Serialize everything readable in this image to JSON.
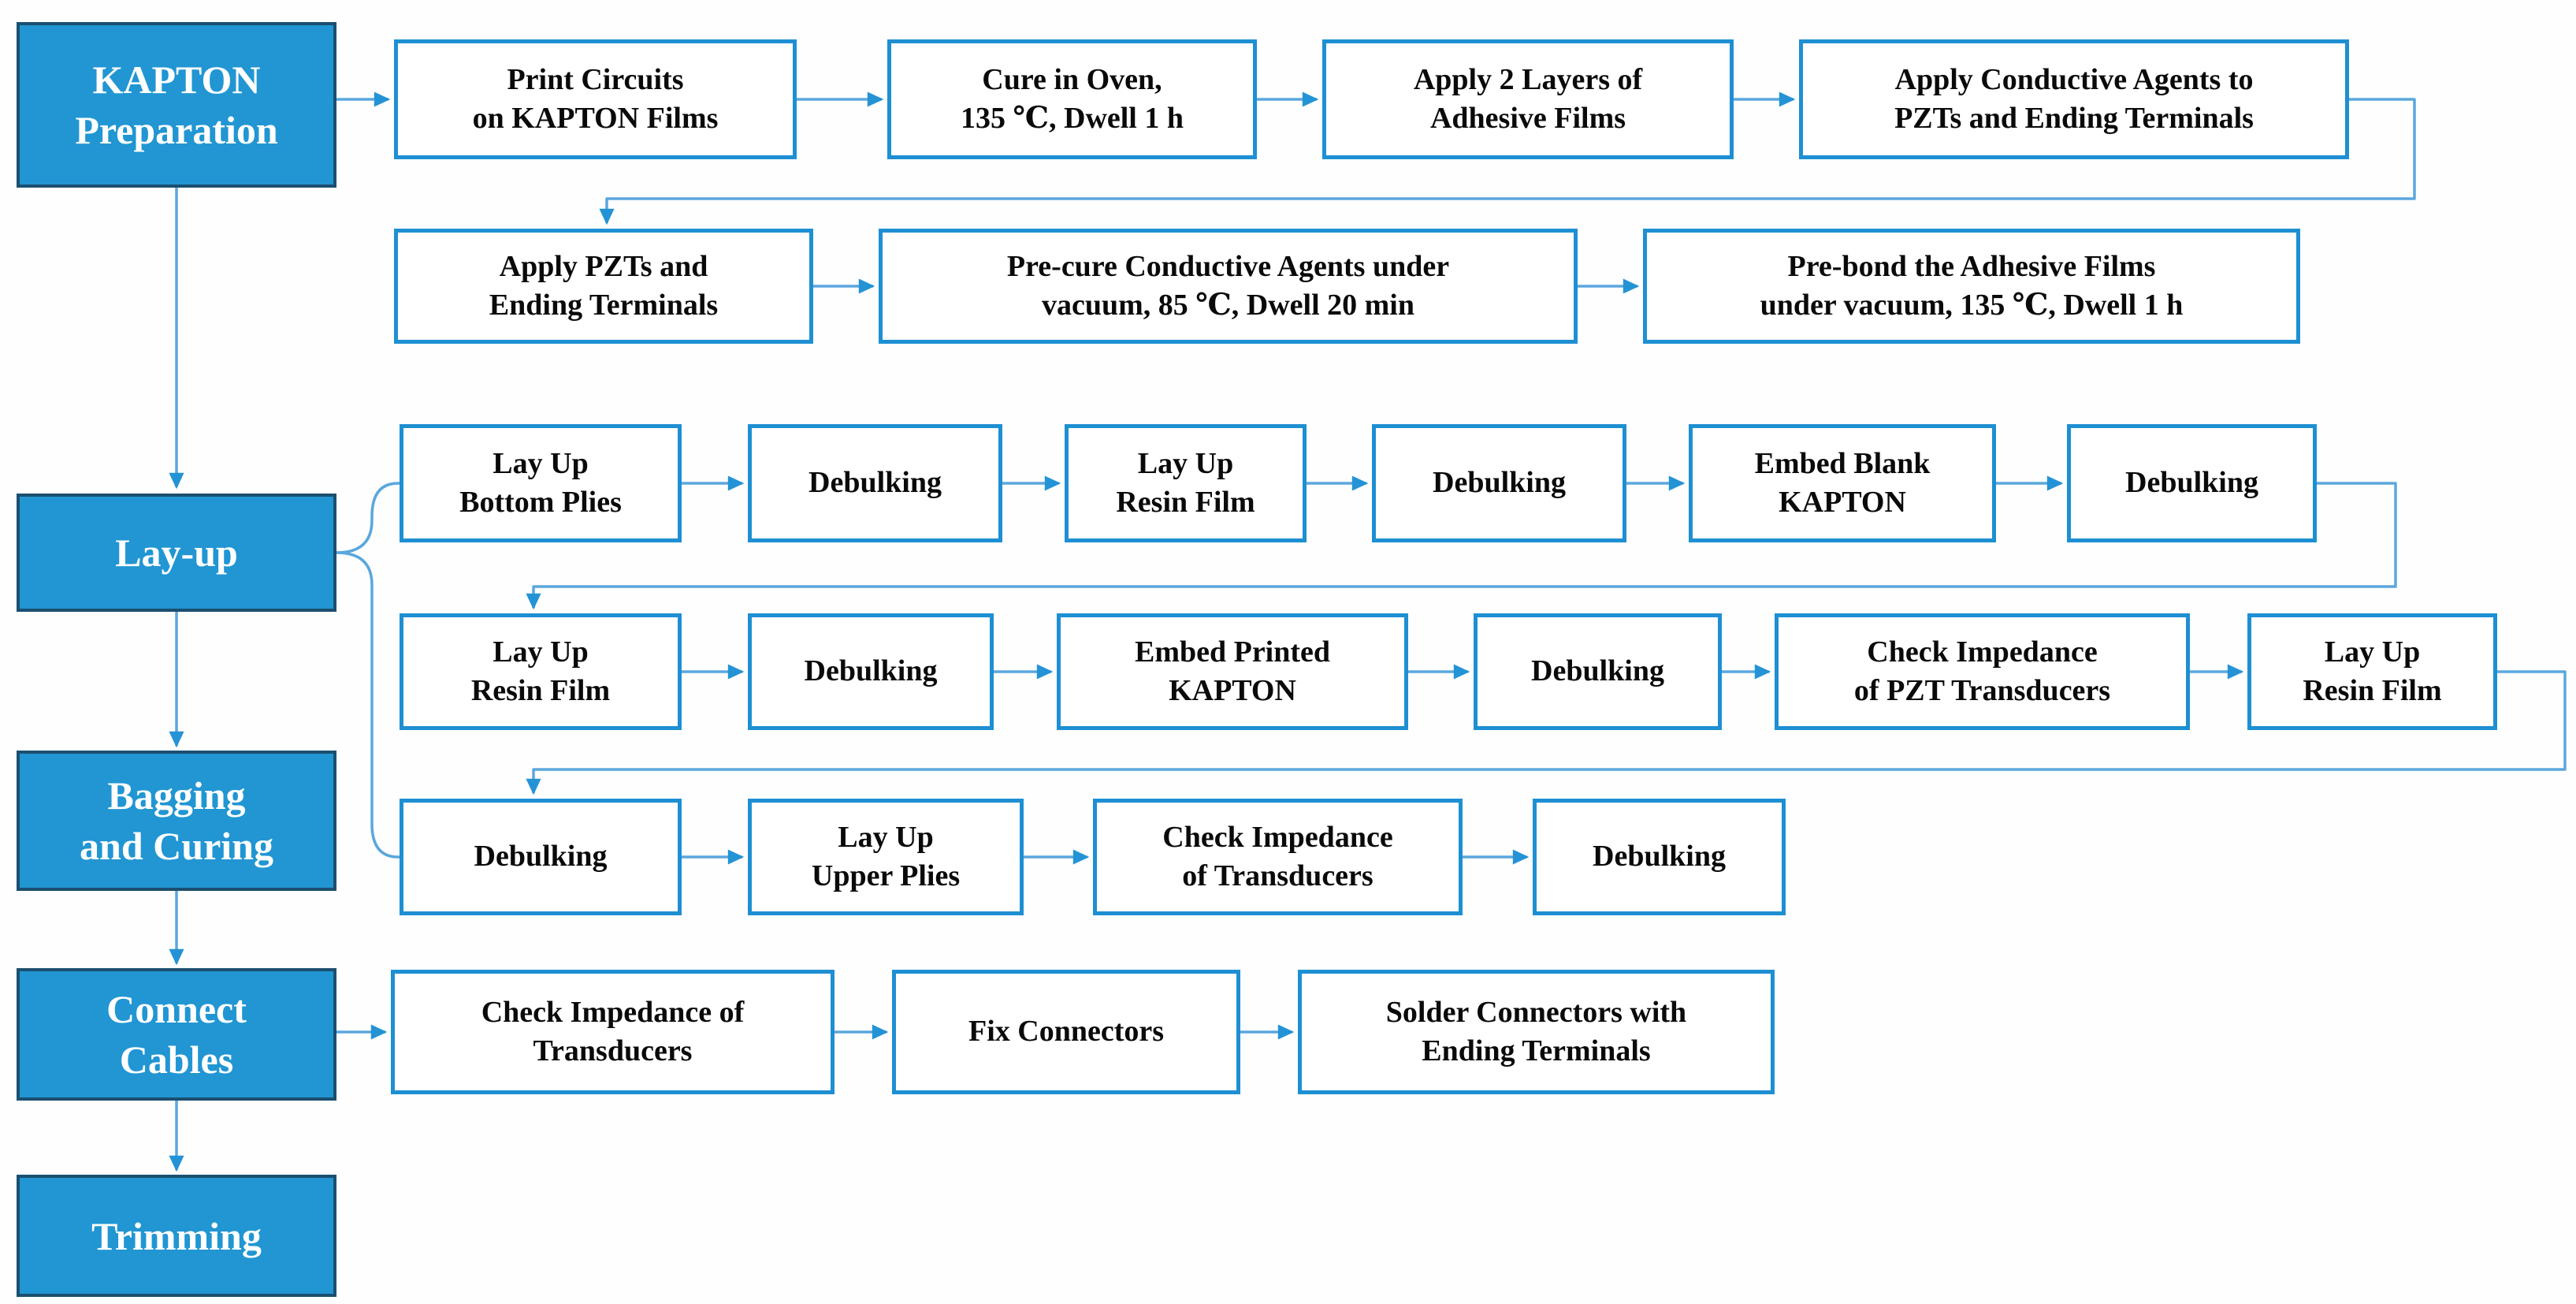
{
  "colors": {
    "stage_fill": "#2196d3",
    "stage_border": "#1b4f70",
    "stage_text": "#ffffff",
    "step_fill": "#ffffff",
    "step_border": "#1e8fd2",
    "step_text": "#0a0a0a",
    "connector_line": "#5ba7dd",
    "arrowhead": "#2493d6"
  },
  "stages": [
    {
      "label": "KAPTON\nPreparation"
    },
    {
      "label": "Lay-up"
    },
    {
      "label": "Bagging\nand Curing"
    },
    {
      "label": "Connect\nCables"
    },
    {
      "label": "Trimming"
    }
  ],
  "rows": [
    {
      "steps": [
        {
          "label": "Print Circuits\non KAPTON Films"
        },
        {
          "label": "Cure in Oven,\n135 ℃, Dwell 1 h"
        },
        {
          "label": "Apply 2 Layers of\nAdhesive Films"
        },
        {
          "label": "Apply Conductive Agents to\nPZTs and Ending Terminals"
        }
      ]
    },
    {
      "steps": [
        {
          "label": "Apply PZTs and\nEnding Terminals"
        },
        {
          "label": "Pre-cure Conductive Agents under\nvacuum, 85 ℃, Dwell 20 min"
        },
        {
          "label": "Pre-bond the Adhesive Films\nunder vacuum, 135 ℃, Dwell 1 h"
        }
      ]
    },
    {
      "steps": [
        {
          "label": "Lay Up\nBottom Plies"
        },
        {
          "label": "Debulking"
        },
        {
          "label": "Lay Up\nResin Film"
        },
        {
          "label": "Debulking"
        },
        {
          "label": "Embed Blank\nKAPTON"
        },
        {
          "label": "Debulking"
        }
      ]
    },
    {
      "steps": [
        {
          "label": "Lay Up\nResin Film"
        },
        {
          "label": "Debulking"
        },
        {
          "label": "Embed Printed\nKAPTON"
        },
        {
          "label": "Debulking"
        },
        {
          "label": "Check Impedance\nof PZT Transducers"
        },
        {
          "label": "Lay Up\nResin Film"
        }
      ]
    },
    {
      "steps": [
        {
          "label": "Debulking"
        },
        {
          "label": "Lay Up\nUpper Plies"
        },
        {
          "label": "Check Impedance\nof Transducers"
        },
        {
          "label": "Debulking"
        }
      ]
    },
    {
      "steps": [
        {
          "label": "Check Impedance of\nTransducers"
        },
        {
          "label": "Fix Connectors"
        },
        {
          "label": "Solder Connectors with\nEnding Terminals"
        }
      ]
    }
  ]
}
